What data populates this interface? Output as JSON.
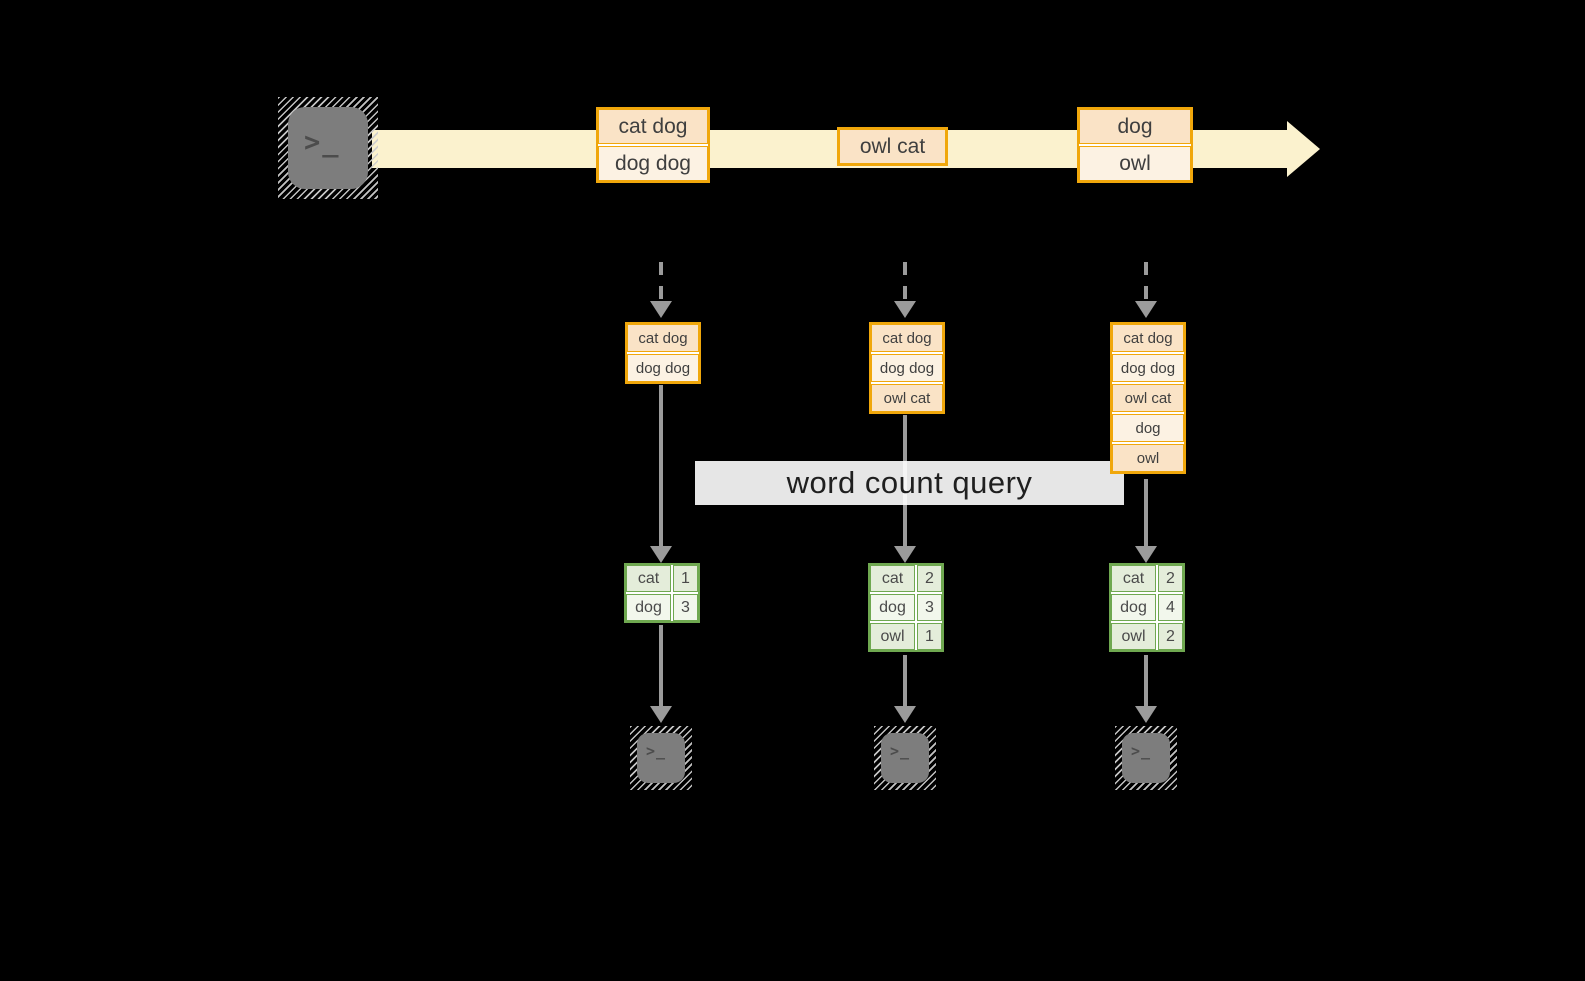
{
  "query_label": "word count query",
  "icons": {
    "terminal_glyph": ">_"
  },
  "stream": {
    "records": [
      {
        "lines": [
          "cat dog",
          "dog dog"
        ]
      },
      {
        "lines": [
          "owl cat"
        ]
      },
      {
        "lines": [
          "dog",
          "owl"
        ]
      }
    ]
  },
  "columns": [
    {
      "buffer": [
        "cat dog",
        "dog dog"
      ],
      "counts": [
        {
          "word": "cat",
          "count": 1
        },
        {
          "word": "dog",
          "count": 3
        }
      ]
    },
    {
      "buffer": [
        "cat dog",
        "dog dog",
        "owl cat"
      ],
      "counts": [
        {
          "word": "cat",
          "count": 2
        },
        {
          "word": "dog",
          "count": 3
        },
        {
          "word": "owl",
          "count": 1
        }
      ]
    },
    {
      "buffer": [
        "cat dog",
        "dog dog",
        "owl cat",
        "dog",
        "owl"
      ],
      "counts": [
        {
          "word": "cat",
          "count": 2
        },
        {
          "word": "dog",
          "count": 4
        },
        {
          "word": "owl",
          "count": 2
        }
      ]
    }
  ],
  "colors": {
    "gold_border": "#F0A70B",
    "peach_fill": "#FAE3C6",
    "cream_fill": "#FCF2E3",
    "stream_fill": "#FBF2CE",
    "green_border": "#6FA850",
    "green_dark_fill": "#E4EDDA",
    "green_light_fill": "#F2F7EC",
    "arrow_gray": "#9B9B9B"
  }
}
